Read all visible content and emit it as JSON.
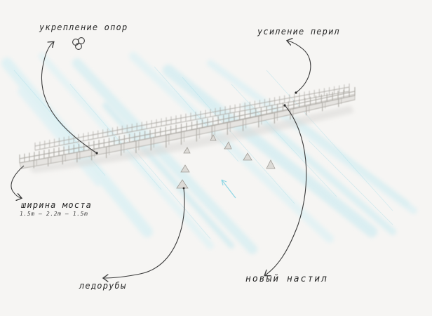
{
  "annotations": {
    "supports_reinforcement": "укрепление опор",
    "railing_reinforcement": "усиление перил",
    "bridge_width": "ширина моста",
    "bridge_width_dims": "1.5m — 2.2m — 1.5m",
    "icebreakers": "ледорубы",
    "new_deck": "новый настил"
  },
  "colors": {
    "background": "#f6f5f3",
    "water_wash": "#bfe6ee",
    "ink": "#3a3a3a",
    "timber": "#b9b6b1",
    "flow_arrow": "#8fd6e4"
  }
}
